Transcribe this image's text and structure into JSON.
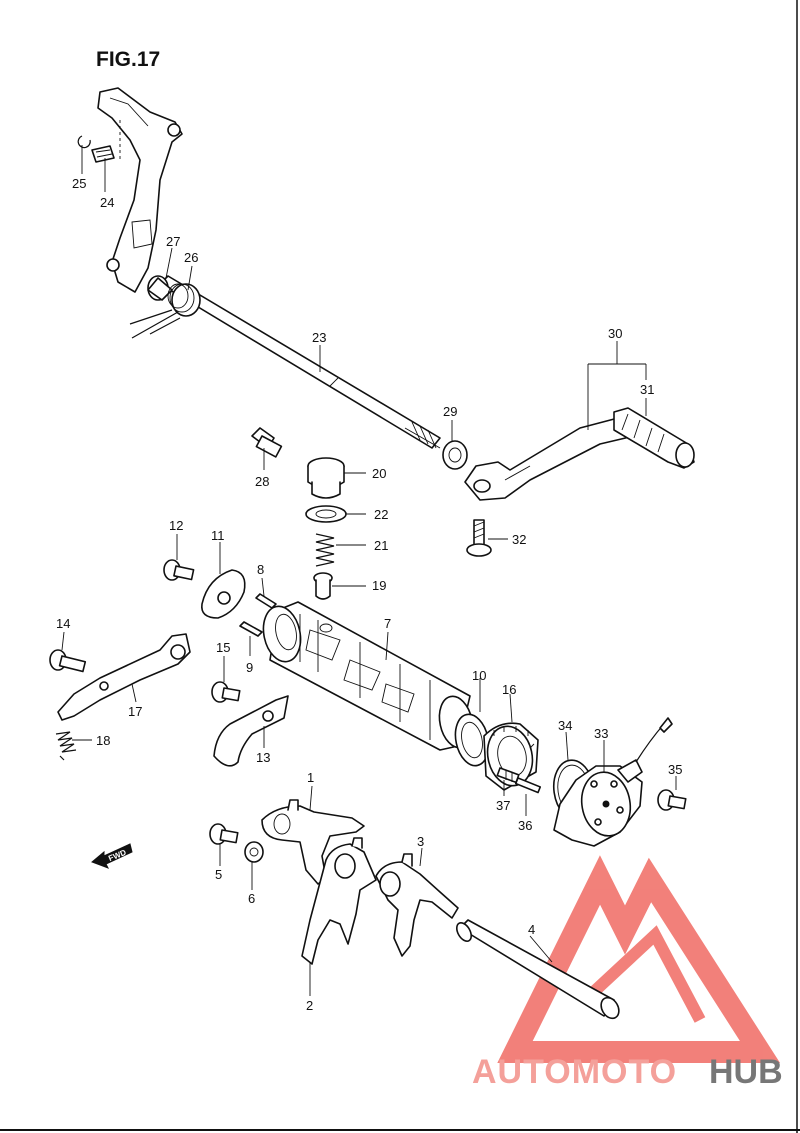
{
  "figure": {
    "title": "FIG.17"
  },
  "fwd_marker": {
    "label": "FWD"
  },
  "watermark": {
    "text_a": "AUTOMOTO",
    "text_b": "HUB",
    "color_a": "#f4a09a",
    "color_b": "#777777",
    "triangle_color": "#f06b63"
  },
  "callouts": [
    "1",
    "2",
    "3",
    "4",
    "5",
    "6",
    "7",
    "8",
    "9",
    "10",
    "11",
    "12",
    "13",
    "14",
    "15",
    "16",
    "17",
    "18",
    "19",
    "20",
    "21",
    "22",
    "23",
    "24",
    "25",
    "26",
    "27",
    "28",
    "29",
    "30",
    "31",
    "32",
    "33",
    "34",
    "35",
    "36",
    "37"
  ]
}
